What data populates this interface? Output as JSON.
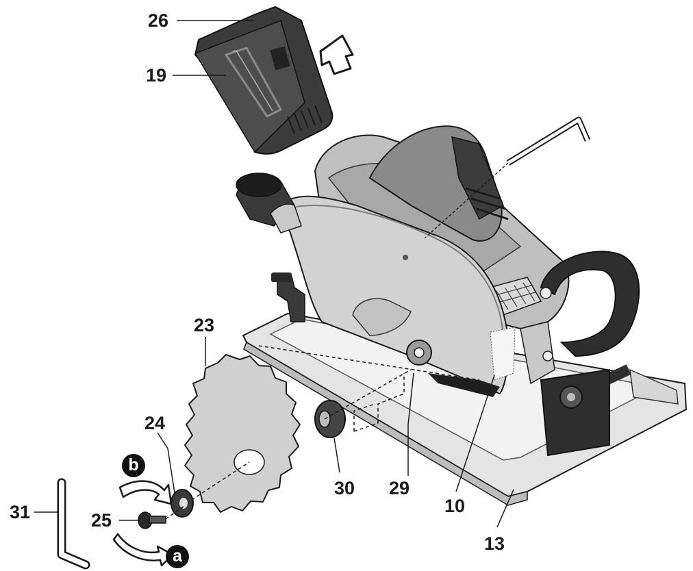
{
  "labels": {
    "c26": "26",
    "c19": "19",
    "c23": "23",
    "c24": "24",
    "c25": "25",
    "c30": "30",
    "c29": "29",
    "c10": "10",
    "c13": "13",
    "c31": "31"
  },
  "steps": {
    "a": "a",
    "b": "b"
  },
  "colors": {
    "line": "#1a1a1a",
    "body_light": "#c9c9c9",
    "body_mid": "#9b9b9b",
    "body_dark": "#4a4a4a",
    "rubber": "#2e2e2e",
    "plate": "#e6e6e6"
  },
  "icons": {
    "removal_arrow": "outline-up-arrow-icon",
    "rotate_arrow_b": "curved-arrow-b-icon",
    "rotate_arrow_a": "curved-arrow-a-icon"
  }
}
